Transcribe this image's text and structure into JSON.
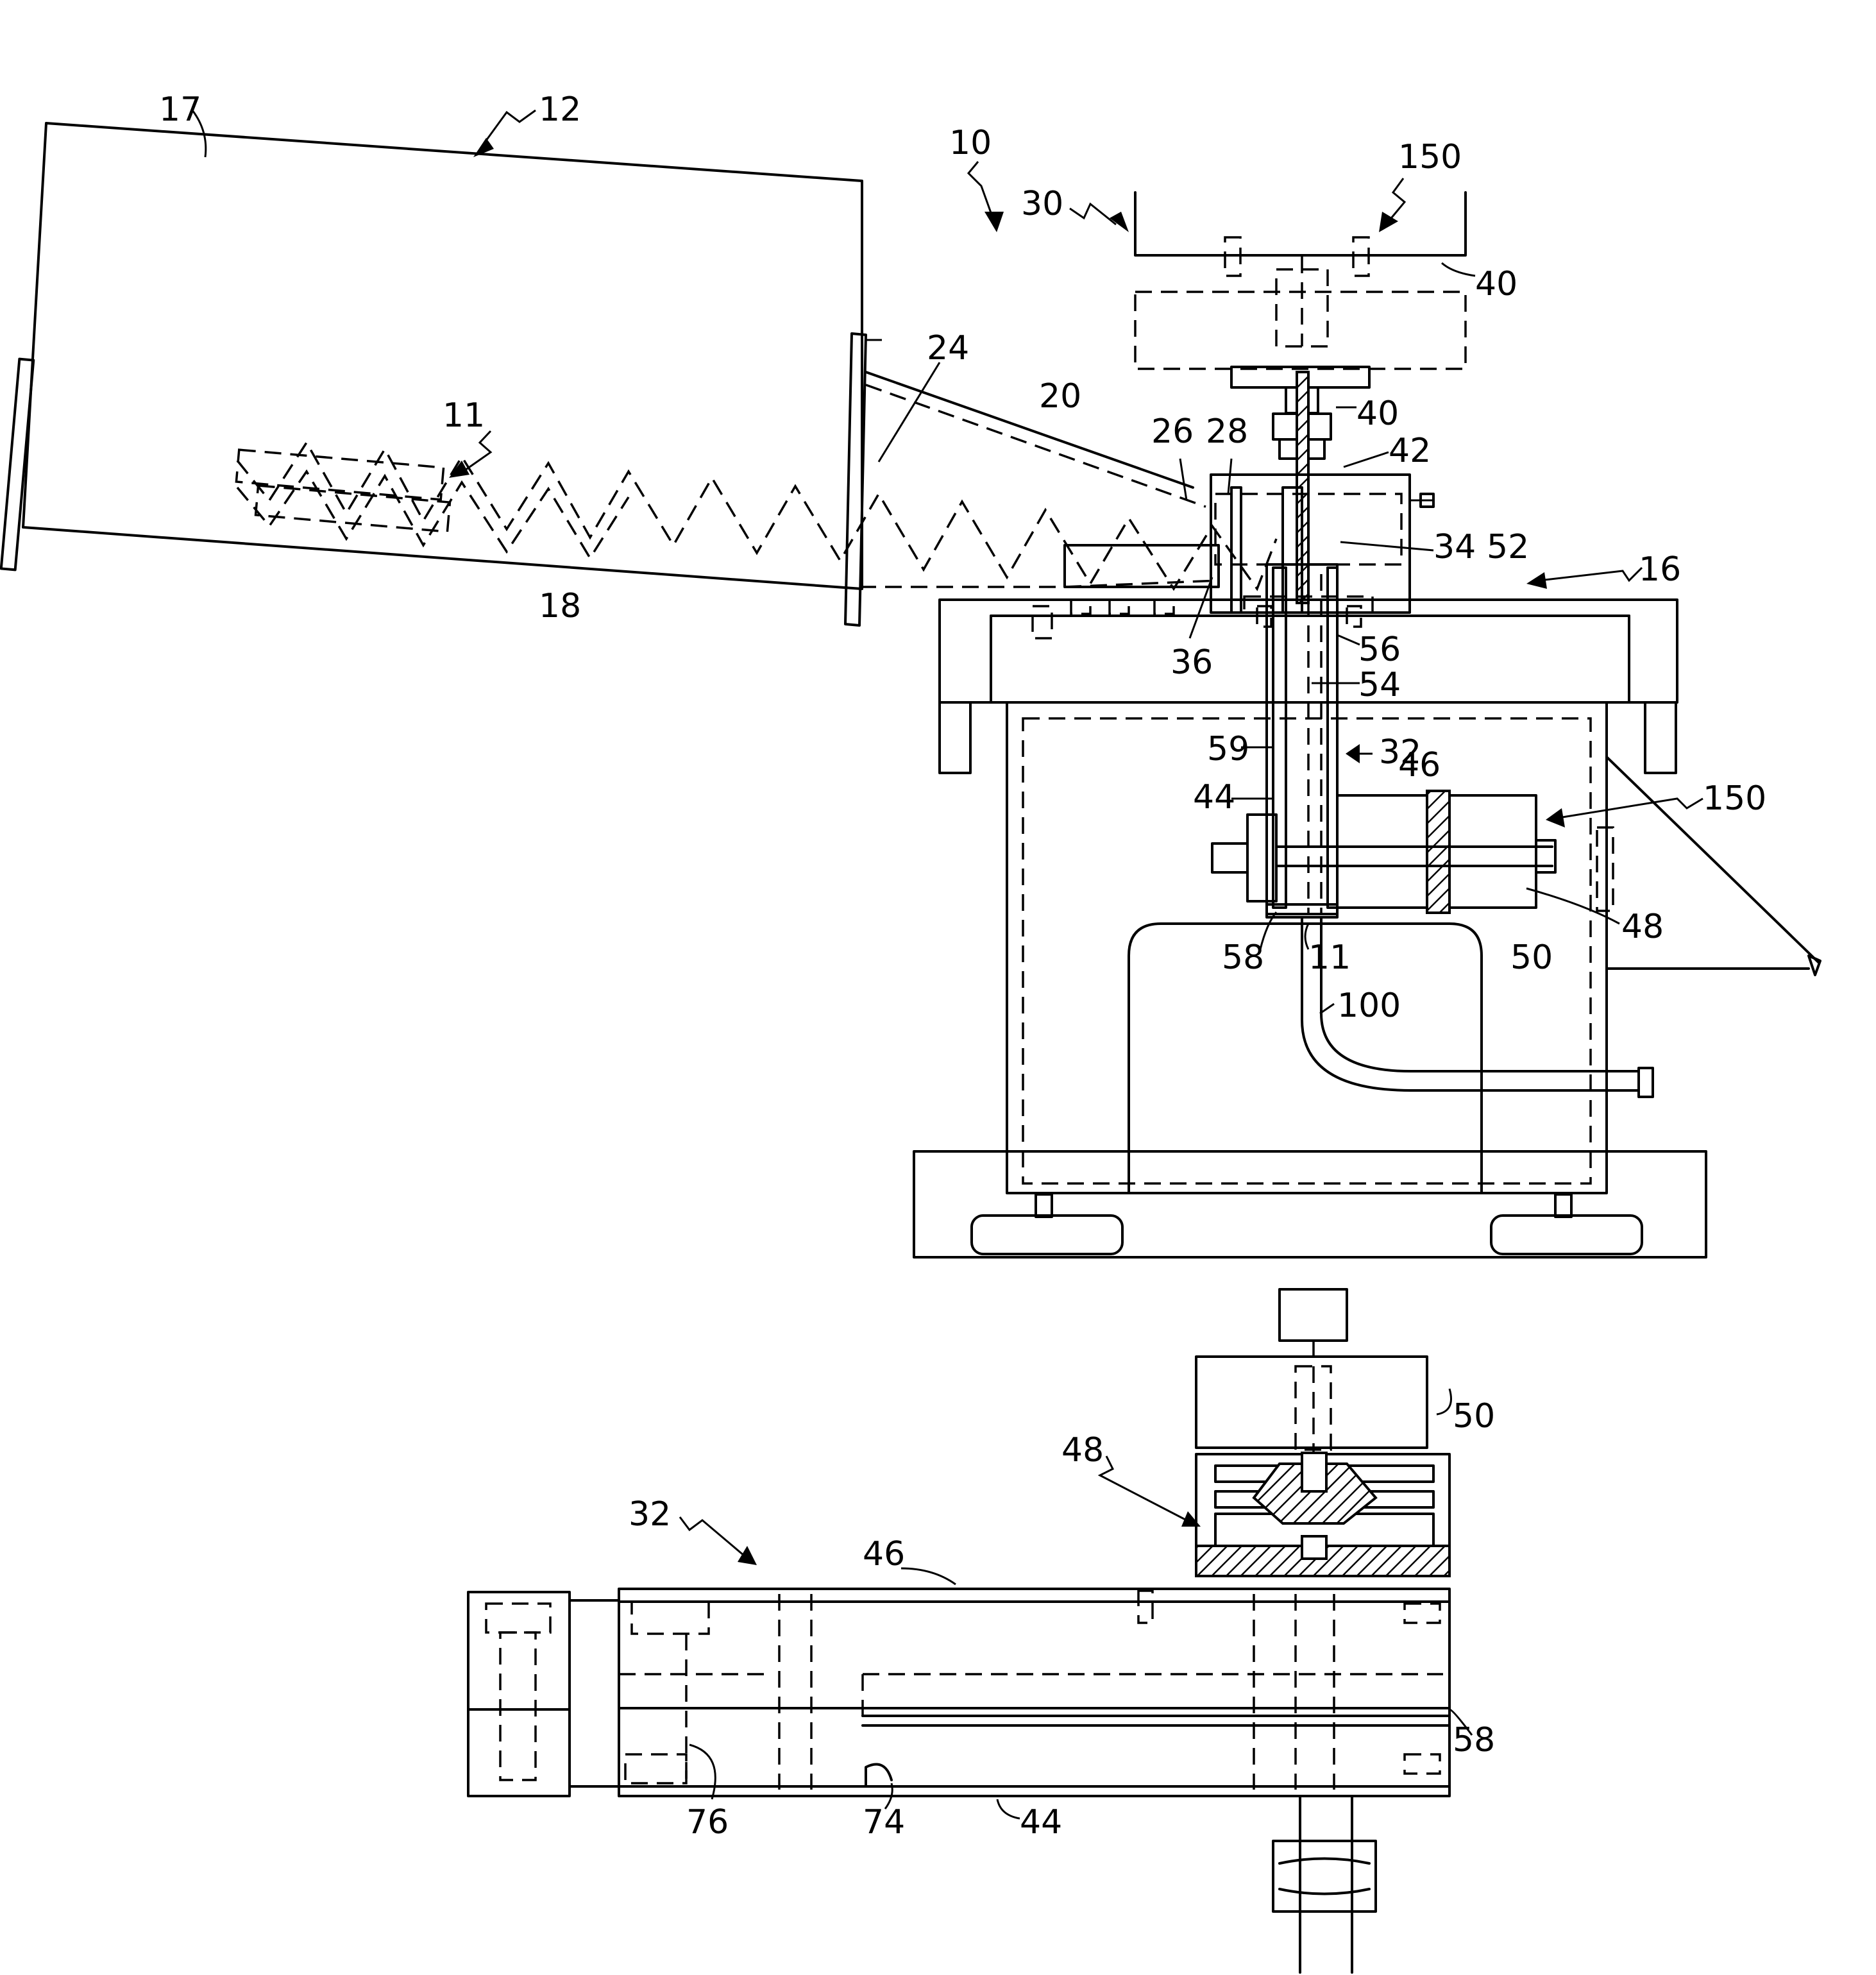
{
  "labels": {
    "ref_17": "17",
    "ref_12": "12",
    "ref_10": "10",
    "ref_150_top": "150",
    "ref_30": "30",
    "ref_40_top": "40",
    "ref_40_mid": "40",
    "ref_24": "24",
    "ref_20": "20",
    "ref_11_top": "11",
    "ref_26": "26",
    "ref_28": "28",
    "ref_42": "42",
    "ref_34": "34",
    "ref_52": "52",
    "ref_16": "16",
    "ref_18": "18",
    "ref_36": "36",
    "ref_56": "56",
    "ref_54": "54",
    "ref_59": "59",
    "ref_32_top": "32",
    "ref_46_top": "46",
    "ref_44_top": "44",
    "ref_150_side": "150",
    "ref_48_top": "48",
    "ref_50_top": "50",
    "ref_58_top": "58",
    "ref_11_bottom": "11",
    "ref_100": "100",
    "ref_50_bottom": "50",
    "ref_48_bottom": "48",
    "ref_32_bottom": "32",
    "ref_46_bottom": "46",
    "ref_58_bottom": "58",
    "ref_76": "76",
    "ref_74": "74",
    "ref_44_bottom": "44"
  }
}
